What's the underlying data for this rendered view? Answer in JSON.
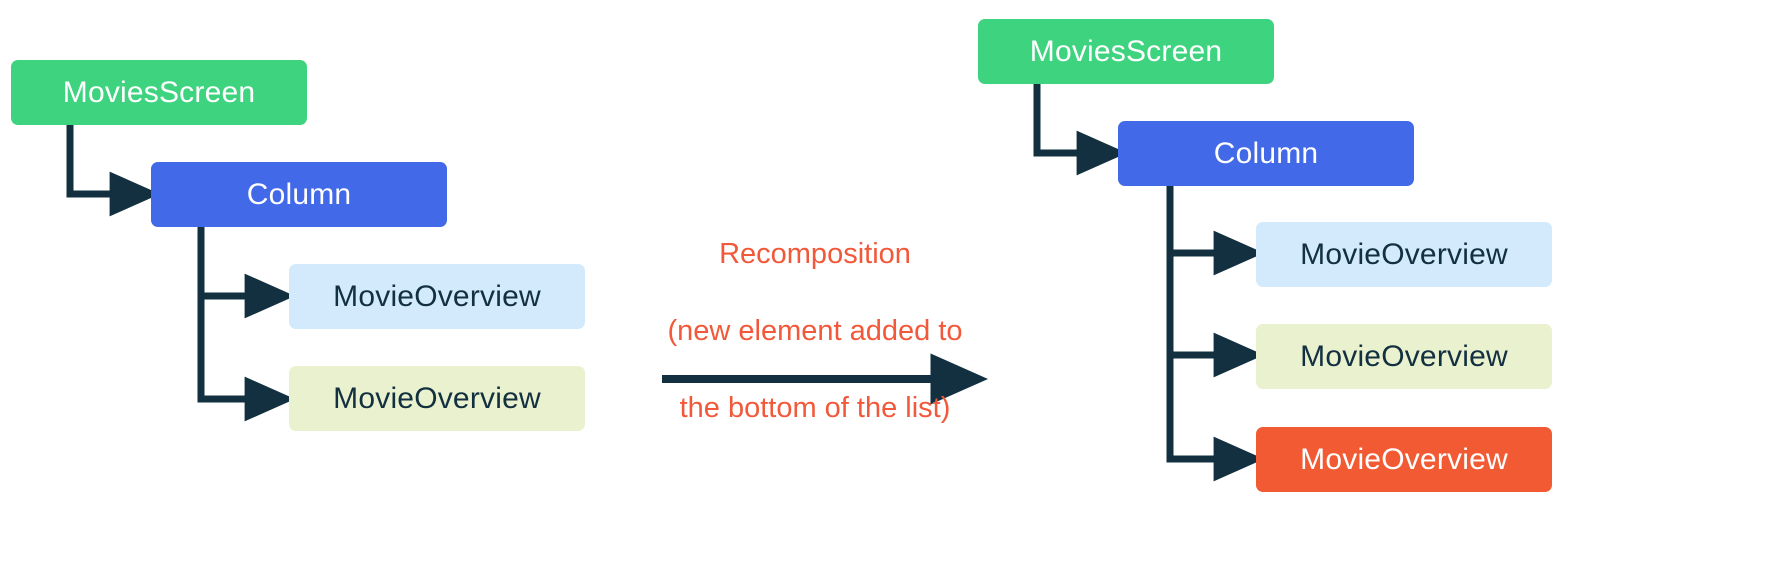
{
  "diagram": {
    "title_text": "Recomposition\n(new element added to\nthe bottom of the list)",
    "colors": {
      "screen": "#3ed37f",
      "column": "#4169e8",
      "item_lightblue": "#d2eafb",
      "item_cream": "#eaf1cf",
      "item_orange": "#f15a32",
      "connector": "#12303f",
      "label": "#f1593a",
      "background": "#ffffff"
    },
    "before": {
      "screen_label": "MoviesScreen",
      "column_label": "Column",
      "items": [
        {
          "label": "MovieOverview",
          "variant": "lightblue"
        },
        {
          "label": "MovieOverview",
          "variant": "cream"
        }
      ]
    },
    "after": {
      "screen_label": "MoviesScreen",
      "column_label": "Column",
      "items": [
        {
          "label": "MovieOverview",
          "variant": "lightblue"
        },
        {
          "label": "MovieOverview",
          "variant": "cream"
        },
        {
          "label": "MovieOverview",
          "variant": "orange"
        }
      ]
    },
    "transition": {
      "line1": "Recomposition",
      "line2": "(new element added to",
      "line3": "the bottom of the list)",
      "arrow_name": "transition-arrow"
    }
  }
}
